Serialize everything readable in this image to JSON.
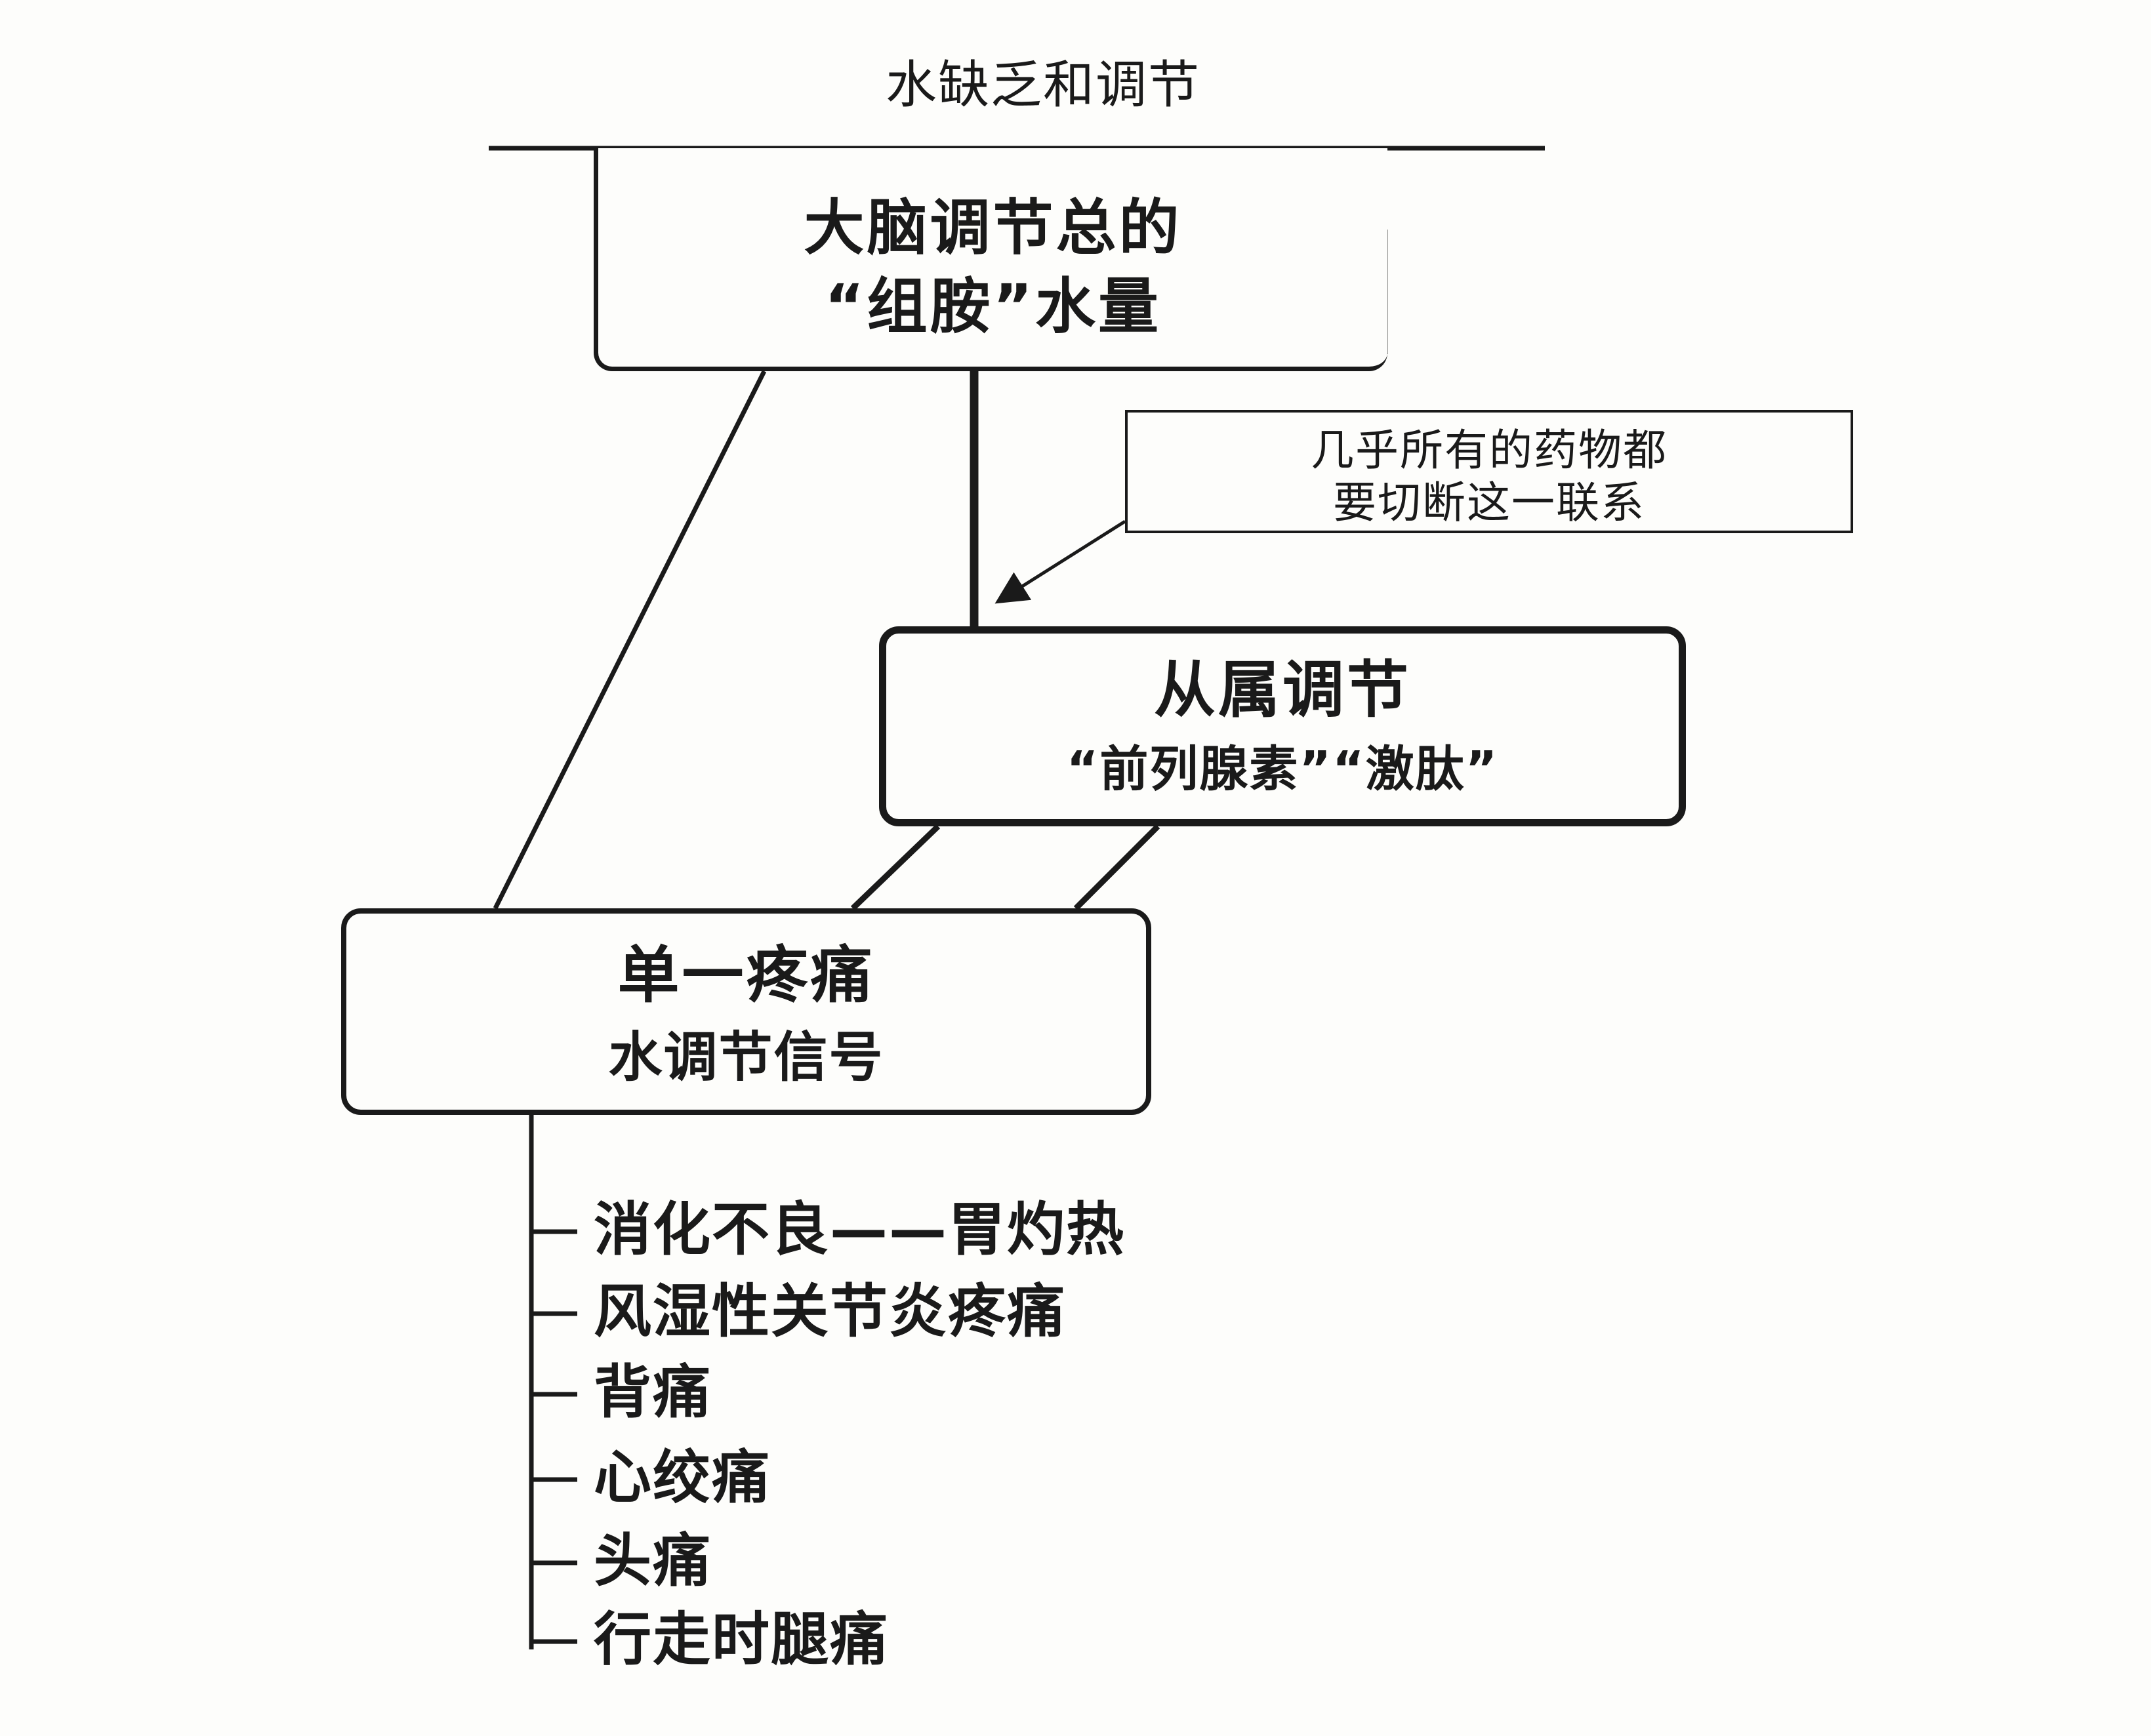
{
  "title": "水缺乏和调节",
  "nodes": {
    "brain": {
      "line1": "大脑调节总的",
      "line2": "“组胺”水量"
    },
    "note": {
      "line1": "几乎所有的药物都",
      "line2": "要切断这一联系"
    },
    "subordinate": {
      "line1": "从属调节",
      "line2": "“前列腺素”“激肽”"
    },
    "single_pain": {
      "line1": "单一疼痛",
      "line2": "水调节信号"
    }
  },
  "symptoms": [
    "消化不良——胃灼热",
    "风湿性关节炎疼痛",
    "背痛",
    "心绞痛",
    "头痛",
    "行走时腿痛"
  ],
  "colors": {
    "ink": "#1a1a1a",
    "paper": "#fdfdfb"
  }
}
